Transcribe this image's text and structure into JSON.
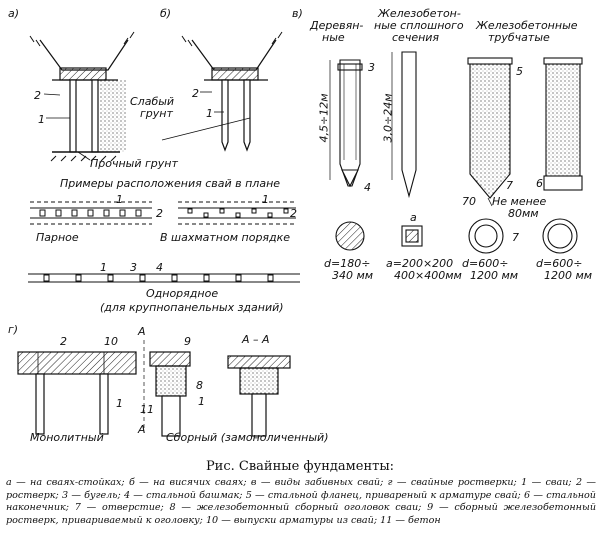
{
  "panels": {
    "a": "а)",
    "b": "б)",
    "v": "в)",
    "g": "г)"
  },
  "soil": {
    "weak_line1": "Слабый",
    "weak_line2": "грунт",
    "firm": "Прочный грунт"
  },
  "plan": {
    "heading": "Примеры расположения свай в плане",
    "paired": "Парное",
    "staggered": "В шахматном порядке",
    "single_row": "Однорядное",
    "single_row_note": "(для крупнопанельных зданий)"
  },
  "pile_types": {
    "wooden": [
      "Деревян-",
      "ные"
    ],
    "solid": [
      "Железобетон-",
      "ные сплошного",
      "сечения"
    ],
    "tubular": [
      "Железобетонные",
      "трубчатые"
    ]
  },
  "dims": {
    "wooden_len": "4,5÷12м",
    "solid_len": "3,0÷24м",
    "tip": "70",
    "min_wall": [
      "Не менее",
      "80мм"
    ],
    "a_mark": "a",
    "wooden_d": [
      "d=180÷",
      "340 мм"
    ],
    "solid_a": [
      "a=200×200",
      "400×400мм"
    ],
    "tub_d1": [
      "d=600÷",
      "1200 мм"
    ],
    "tub_d2": [
      "d=600÷",
      "1200 мм"
    ]
  },
  "grillage": {
    "monolithic": "Монолитный",
    "precast": "Сборный (замоноличенный)",
    "section_mark": "А",
    "section": "А – А"
  },
  "numbers": [
    "1",
    "2",
    "3",
    "4",
    "5",
    "6",
    "7",
    "8",
    "9",
    "10",
    "11"
  ],
  "caption": {
    "title": "Рис. Свайные фундаменты:",
    "legend": "а — на сваях-стойках; б — на висячих сваях; в — виды забивных свай; г — свайные ростверки; 1 — сваи; 2 — ростверк; 3 — бугель; 4 — стальной башмак; 5 — стальной фланец, привареный к арматуре свай; 6 — стальной наконечник; 7 — отверстие; 8 — железобетонный сборный оголовок сваи; 9 — сборный железобетонный ростверк, привариваемый к оголовку; 10 — выпуски арматуры из свай; 11 — бетон"
  }
}
